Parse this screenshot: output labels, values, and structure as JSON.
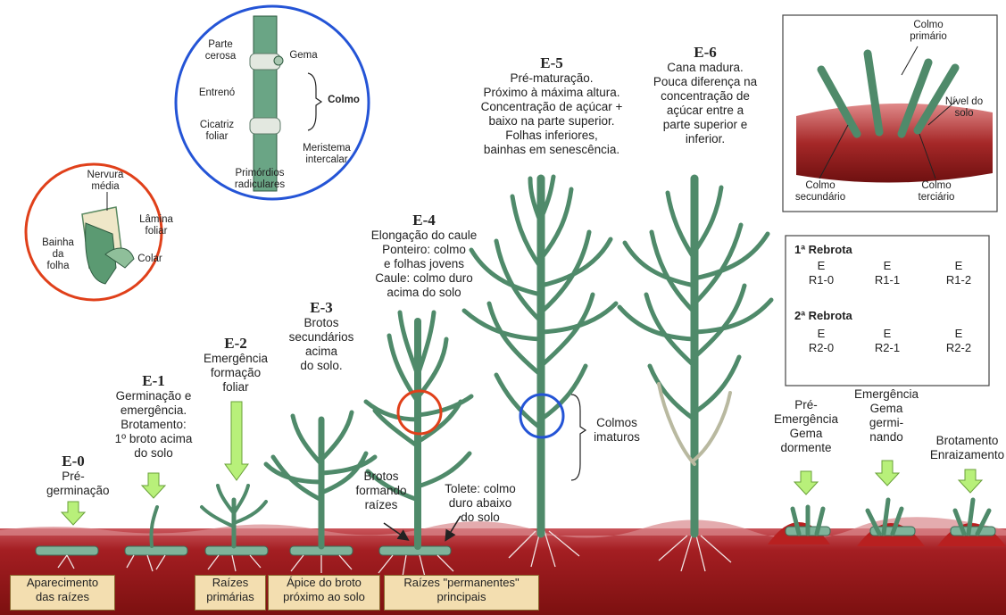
{
  "colors": {
    "soil": "#9e1b1b",
    "plant": "#4f8a6a",
    "arrow": "#b8f07a",
    "circle_red": "#e0401a",
    "circle_blue": "#2454d6",
    "root_box": "#f3deb0"
  },
  "stages": [
    {
      "code": "E-0",
      "text": [
        "Pré-",
        "germinação"
      ]
    },
    {
      "code": "E-1",
      "text": [
        "Germinação e",
        "emergência.",
        "Brotamento:",
        "1º broto acima",
        "do solo"
      ]
    },
    {
      "code": "E-2",
      "text": [
        "Emergência",
        "formação",
        "foliar"
      ]
    },
    {
      "code": "E-3",
      "text": [
        "Brotos",
        "secundários",
        "acima",
        "do solo."
      ]
    },
    {
      "code": "E-4",
      "text": [
        "Elongação do caule",
        "Ponteiro: colmo",
        "e folhas jovens",
        "Caule: colmo duro",
        "acima do solo"
      ]
    },
    {
      "code": "E-5",
      "text": [
        "Pré-maturação.",
        "Próximo à máxima altura.",
        "Concentração de açúcar +",
        "baixo na parte superior.",
        "Folhas inferiores,",
        "bainhas em senescência."
      ]
    },
    {
      "code": "E-6",
      "text": [
        "Cana madura.",
        "Pouca diferença na",
        "concentração de",
        "açúcar entre a",
        "parte superior e",
        "inferior."
      ]
    }
  ],
  "leaf_detail": {
    "nervura": [
      "Nervura",
      "média"
    ],
    "lamina": [
      "Lâmina",
      "foliar"
    ],
    "bainha": [
      "Bainha",
      "da",
      "folha"
    ],
    "colar": "Colar"
  },
  "stem_detail": {
    "parte_cerosa": [
      "Parte",
      "cerosa"
    ],
    "gema": "Gema",
    "entreno": "Entrenó",
    "colmo": "Colmo",
    "cicatriz": [
      "Cicatriz",
      "foliar"
    ],
    "meristema": [
      "Meristema",
      "intercalar"
    ],
    "primordios": [
      "Primórdios",
      "radiculares"
    ]
  },
  "tiller_inset": {
    "primario": [
      "Colmo",
      "primário"
    ],
    "nivel": [
      "Nível do",
      "solo"
    ],
    "secundario": [
      "Colmo",
      "secundário"
    ],
    "terciario": [
      "Colmo",
      "terciário"
    ]
  },
  "ratoon": {
    "first": {
      "title": "1ª Rebrota",
      "items": [
        [
          "E",
          "R1-0"
        ],
        [
          "E",
          "R1-1"
        ],
        [
          "E",
          "R1-2"
        ]
      ]
    },
    "second": {
      "title": "2ª Rebrota",
      "items": [
        [
          "E",
          "R2-0"
        ],
        [
          "E",
          "R2-1"
        ],
        [
          "E",
          "R2-2"
        ]
      ]
    }
  },
  "ratoon_stages": [
    [
      "Pré-",
      "Emergência",
      "Gema",
      "dormente"
    ],
    [
      "Emergência",
      "Gema",
      "germi-",
      "nando"
    ],
    [
      "Brotamento",
      "Enraizamento"
    ]
  ],
  "annotations": {
    "colmos": [
      "Colmos",
      "imaturos"
    ],
    "brotos": [
      "Brotos",
      "formando",
      "raízes"
    ],
    "tolete": [
      "Tolete: colmo",
      "duro abaixo",
      "do solo"
    ]
  },
  "root_labels": [
    [
      "Aparecimento",
      "das raízes"
    ],
    [
      "Raízes",
      "primárias"
    ],
    [
      "Ápice do broto",
      "próximo ao solo"
    ],
    [
      "Raízes \"permanentes\"",
      "principais"
    ]
  ]
}
